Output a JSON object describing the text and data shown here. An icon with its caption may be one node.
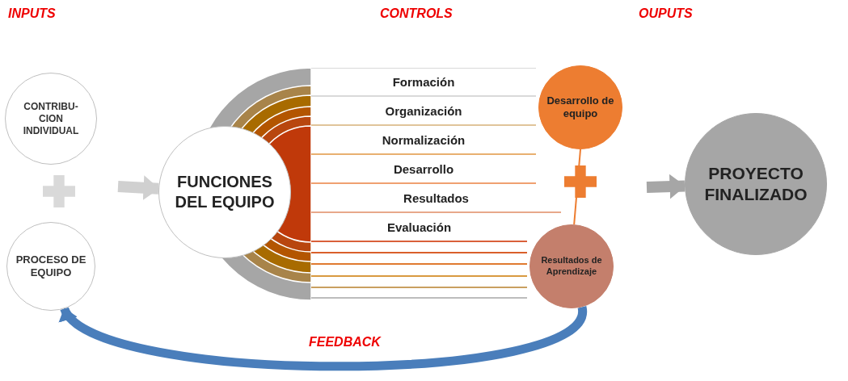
{
  "diagram": {
    "nodes": [
      {
        "text": [
          "CONTRIBU- CION INDIVIDUAL"
        ]
      },
      {
        "text": [
          "PROCESO DE EQUIPO"
        ]
      },
      {
        "text": [
          "FUNCIONES DEL EQUIPO"
        ]
      },
      {
        "text": [
          "Formación"
        ]
      },
      {
        "text": [
          "Organización"
        ]
      },
      {
        "text": [
          "Normalización"
        ]
      },
      {
        "text": [
          "Desarrollo"
        ]
      },
      {
        "text": [
          "Resultados"
        ]
      },
      {
        "text": [
          "Evaluación"
        ]
      },
      {
        "text": [],
        "shape": "bar"
      },
      {
        "text": [],
        "shape": "bar"
      },
      {
        "text": [],
        "shape": "bar"
      },
      {
        "text": [],
        "shape": "bar"
      },
      {
        "text": [],
        "shape": "bar"
      },
      {
        "text": [
          "Desarrollo de equipo"
        ]
      },
      {
        "text": [
          "Resultados de Aprendizaje"
        ]
      },
      {
        "text": [
          "PROYECTO FINALIZADO"
        ]
      }
    ],
    "edges": [
      {
        "from": null,
        "to": 2,
        "arrow": "to"
      },
      {
        "from": 14,
        "to": 15,
        "arrow": "none",
        "color": "#ed7d31"
      },
      {
        "from": null,
        "to": 16,
        "arrow": "to"
      },
      {
        "from": 15,
        "to": 1,
        "arrow": "to",
        "label": "FEEDBACK",
        "color": "#4a7ebb"
      }
    ],
    "labels": [
      "INPUTS",
      "CONTROLS",
      "OUPUTS"
    ]
  }
}
